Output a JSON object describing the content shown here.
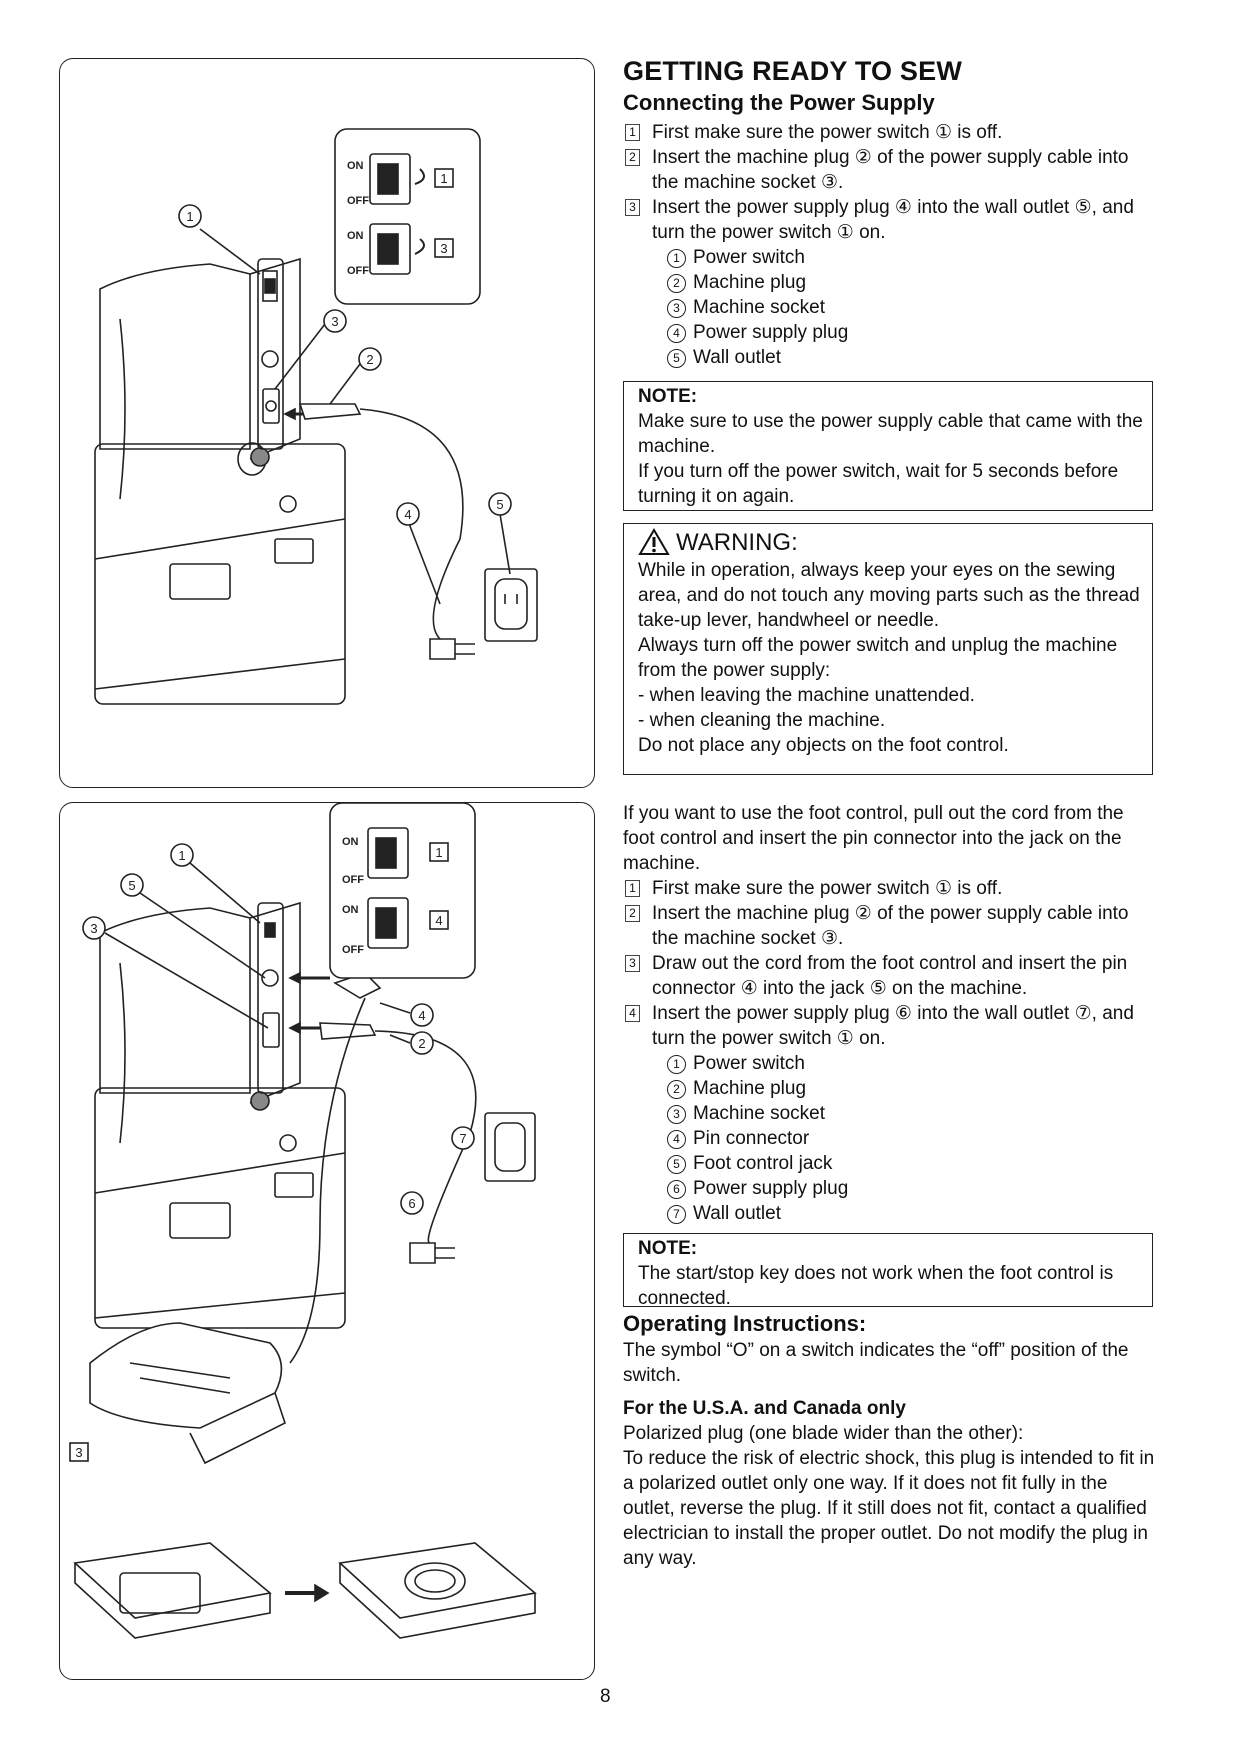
{
  "title": "GETTING READY TO SEW",
  "section": "Connecting the Power Supply",
  "steps_top": [
    {
      "n": "1",
      "text": "First make sure the power switch ① is off."
    },
    {
      "n": "2",
      "text": "Insert the machine plug ② of the power supply cable into the machine socket ③."
    },
    {
      "n": "3",
      "text": "Insert the power supply plug ④ into the wall outlet ⑤, and turn the power switch ① on."
    }
  ],
  "parts_top": [
    {
      "n": "1",
      "text": "Power switch"
    },
    {
      "n": "2",
      "text": "Machine plug"
    },
    {
      "n": "3",
      "text": "Machine socket"
    },
    {
      "n": "4",
      "text": "Power supply plug"
    },
    {
      "n": "5",
      "text": "Wall outlet"
    }
  ],
  "note1": {
    "label": "NOTE:",
    "lines": [
      "Make sure to use the power supply cable that came with the machine.",
      "If you turn off the power switch, wait for 5 seconds before turning it on again."
    ]
  },
  "warning": {
    "label": "WARNING:",
    "lines": [
      "While in operation, always keep your eyes on the sewing area, and do not touch any moving parts such as the thread take-up lever, handwheel or needle.",
      "Always turn off the power switch and unplug the machine from the power supply:",
      "- when leaving the machine unattended.",
      "- when cleaning the machine.",
      "Do not place any objects on the foot control."
    ]
  },
  "foot_intro": "If you want to use the foot control, pull out the cord from the foot control and insert the pin connector into the jack on the machine.",
  "steps_bottom": [
    {
      "n": "1",
      "text": "First make sure the power switch ① is off."
    },
    {
      "n": "2",
      "text": "Insert the machine plug ② of the power supply cable into the machine socket ③."
    },
    {
      "n": "3",
      "text": "Draw out the cord from the foot control and insert the pin connector ④ into the jack ⑤ on the machine."
    },
    {
      "n": "4",
      "text": "Insert the power supply plug ⑥ into the wall outlet ⑦, and turn the power switch ① on."
    }
  ],
  "parts_bottom": [
    {
      "n": "1",
      "text": "Power switch"
    },
    {
      "n": "2",
      "text": "Machine plug"
    },
    {
      "n": "3",
      "text": "Machine socket"
    },
    {
      "n": "4",
      "text": "Pin connector"
    },
    {
      "n": "5",
      "text": "Foot control jack"
    },
    {
      "n": "6",
      "text": "Power supply plug"
    },
    {
      "n": "7",
      "text": "Wall outlet"
    }
  ],
  "note2": {
    "label": "NOTE:",
    "text": "The start/stop key does not work when the foot control is connected."
  },
  "operating": {
    "heading": "Operating Instructions:",
    "text": "The symbol “O” on a switch indicates the “off” position of the switch.",
    "subheading": "For the U.S.A. and Canada only",
    "polarized": "Polarized plug (one blade wider than the other):",
    "body": "To reduce the risk of electric shock, this plug is intended to fit in a polarized outlet only one way. If it does not fit fully in the outlet, reverse the plug. If it still does not fit, contact a qualified electrician to install the proper outlet. Do not modify the plug in any way."
  },
  "diagram_top": {
    "switch_on": "ON",
    "switch_off": "OFF",
    "step_a": "1",
    "step_b": "3",
    "callouts": [
      "1",
      "2",
      "3",
      "4",
      "5"
    ]
  },
  "diagram_bottom": {
    "switch_on": "ON",
    "switch_off": "OFF",
    "step_a": "1",
    "step_b": "4",
    "step_c": "3",
    "callouts": [
      "1",
      "2",
      "3",
      "4",
      "5",
      "6",
      "7"
    ]
  },
  "page_number": "8"
}
